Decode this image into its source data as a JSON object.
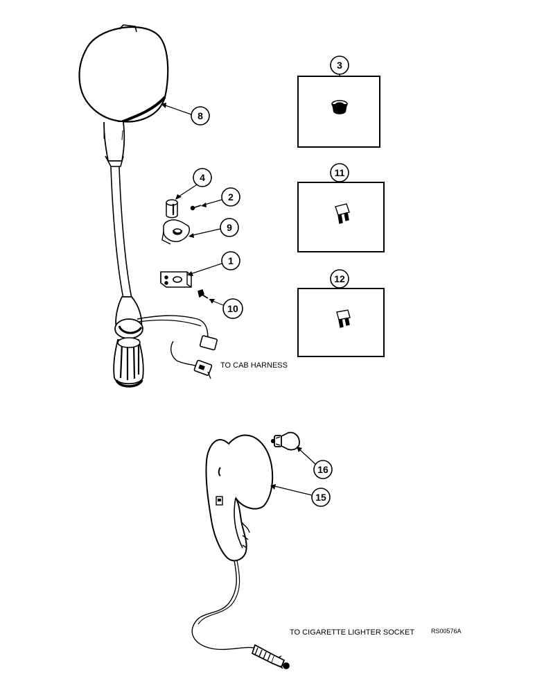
{
  "callouts": {
    "c1": "1",
    "c2": "2",
    "c3": "3",
    "c4": "4",
    "c8": "8",
    "c9": "9",
    "c10": "10",
    "c11": "11",
    "c12": "12",
    "c15": "15",
    "c16": "16"
  },
  "labels": {
    "cab_harness": "TO CAB HARNESS",
    "lighter_socket": "TO CIGARETTE LIGHTER SOCKET",
    "figure_ref": "RS00576A"
  }
}
